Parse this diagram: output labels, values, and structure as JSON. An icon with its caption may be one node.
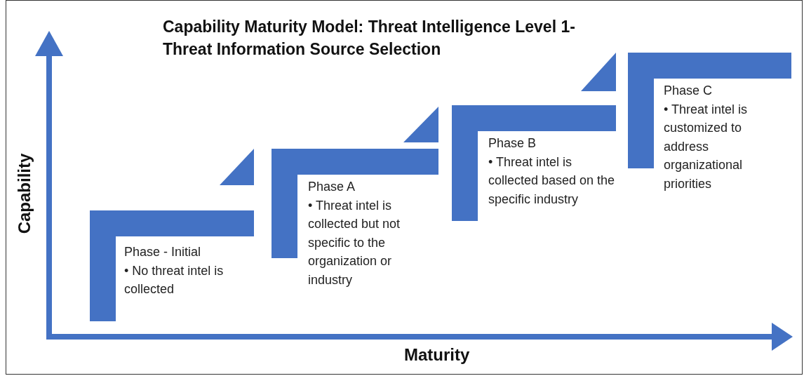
{
  "diagram": {
    "title": "Capability Maturity Model: Threat Intelligence Level 1-Threat Information Source Selection",
    "nodes": [
      {
        "text": [
          "Phase - Initial",
          "• No threat intel is collected"
        ]
      },
      {
        "text": [
          "Phase A",
          "• Threat intel is collected but not specific to the organization or industry"
        ]
      },
      {
        "text": [
          "Phase B",
          "• Threat intel is collected based on the specific industry"
        ]
      },
      {
        "text": [
          "Phase C",
          "• Threat intel is customized to address organizational priorities"
        ]
      }
    ],
    "labels": [
      "Capability",
      "Maturity"
    ]
  }
}
